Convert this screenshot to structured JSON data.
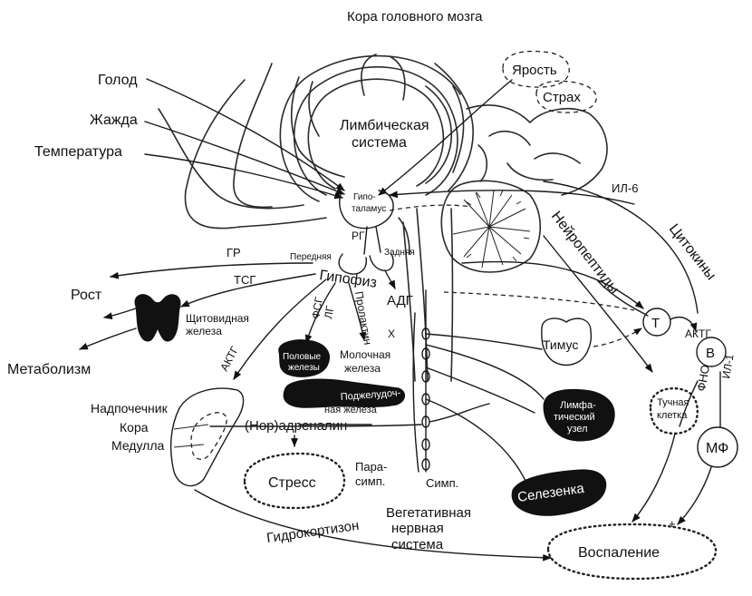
{
  "title": "Кора головного мозга",
  "labels": {
    "hunger": "Голод",
    "thirst": "Жажда",
    "temperature": "Температура",
    "rage": "Ярость",
    "fear": "Страх",
    "limbic_1": "Лимбическая",
    "limbic_2": "система",
    "hypothalamus_1": "Гипо-",
    "hypothalamus_2": "таламус",
    "rg": "РГ",
    "anterior": "Передняя",
    "posterior": "Задняя",
    "pituitary": "Гипофиз",
    "gr": "ГР",
    "tsg": "ТСГ",
    "growth": "Рост",
    "thyroid_1": "Щитовидная",
    "thyroid_2": "железа",
    "metabolism": "Метаболизм",
    "fsg": "ФСГ",
    "lg": "ЛГ",
    "prolactin": "Пролактин",
    "adg": "АДГ",
    "x": "Х",
    "actg_left": "АКТГ",
    "gonads_1": "Половые",
    "gonads_2": "железы",
    "mammary_1": "Молочная",
    "mammary_2": "железа",
    "pancreas_1": "Поджелудоч-",
    "pancreas_2": "ная железа",
    "adrenal": "Надпочечник",
    "cortex": "Кора",
    "medulla": "Медулла",
    "noradrenaline": "(Нор)адреналин",
    "stress": "Стресс",
    "parasymp_1": "Пара-",
    "parasymp_2": "симп.",
    "symp": "Симп.",
    "ans_1": "Вегетативная",
    "ans_2": "нервная",
    "ans_3": "система",
    "hydrocortisone": "Гидрокортизон",
    "neuropeptides": "Нейропептиды",
    "cytokines": "Цитокины",
    "il6": "ИЛ-6",
    "thymus": "Тимус",
    "t": "Т",
    "actg_right": "АКТГ",
    "b": "В",
    "tnf": "ФНО",
    "il1": "ИЛ-1",
    "mast_1": "Тучная",
    "mast_2": "клетка",
    "lymph_1": "Лимфа-",
    "lymph_2": "тический",
    "lymph_3": "узел",
    "mf": "МФ",
    "spleen": "Селезенка",
    "inflammation": "Воспаление",
    "plus": "+"
  }
}
